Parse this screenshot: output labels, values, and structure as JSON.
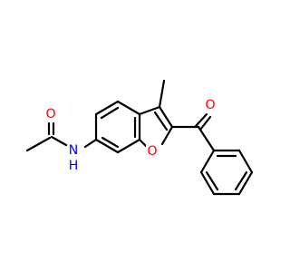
{
  "molecule": {
    "atom_labels": {
      "oxygen_carbonyl_amide": "O",
      "nitrogen_amide": "N",
      "hydrogen_amide": "H",
      "oxygen_ring": "O",
      "oxygen_carbonyl_benzoyl": "O"
    },
    "colors": {
      "bond": "#000000",
      "oxygen": "#ff0000",
      "nitrogen": "#0000ff",
      "background": "#ffffff"
    }
  }
}
